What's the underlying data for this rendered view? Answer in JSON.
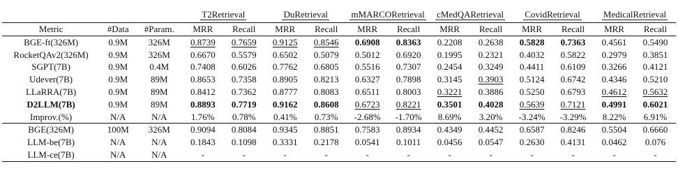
{
  "groups": [
    "T2Retrieval",
    "DuRetrieval",
    "mMARCORetrieval",
    "cMedQARetrieval",
    "CovidRetrieval",
    "MedicalRetrieval"
  ],
  "header": {
    "metric": "Metric",
    "data": "#Data",
    "param": "#Param.",
    "sub": [
      "MRR",
      "Recall",
      "MRR",
      "Recall",
      "MRR",
      "Recall",
      "MRR",
      "Recall",
      "MRR",
      "Recall",
      "MRR",
      "Recall"
    ]
  },
  "rows_main": [
    {
      "name": "BGE-ft(326M)",
      "data": "0.9M",
      "param": "326M",
      "values": [
        "0.8739",
        "0.7659",
        "0.9125",
        "0.8546",
        "0.6908",
        "0.8363",
        "0.2208",
        "0.2638",
        "0.5828",
        "0.7363",
        "0.4561",
        "0.5490"
      ],
      "bold": [
        false,
        false,
        false,
        false,
        true,
        true,
        false,
        false,
        true,
        true,
        false,
        false
      ],
      "underline": [
        true,
        true,
        true,
        true,
        false,
        false,
        false,
        false,
        false,
        false,
        false,
        false
      ]
    },
    {
      "name": "RocketQAv2(326M)",
      "data": "0.9M",
      "param": "326M",
      "values": [
        "0.6670",
        "0.5579",
        "0.6502",
        "0.5079",
        "0.5012",
        "0.6920",
        "0.1995",
        "0.2321",
        "0.4032",
        "0.5822",
        "0.2979",
        "0.3851"
      ],
      "bold": [
        false,
        false,
        false,
        false,
        false,
        false,
        false,
        false,
        false,
        false,
        false,
        false
      ],
      "underline": [
        false,
        false,
        false,
        false,
        false,
        false,
        false,
        false,
        false,
        false,
        false,
        false
      ]
    },
    {
      "name": "SGPT(7B)",
      "data": "0.9M",
      "param": "0.4M",
      "values": [
        "0.7408",
        "0.6026",
        "0.7762",
        "0.6805",
        "0.5516",
        "0.7307",
        "0.2454",
        "0.3249",
        "0.4411",
        "0.6109",
        "0.3266",
        "0.4121"
      ],
      "bold": [
        false,
        false,
        false,
        false,
        false,
        false,
        false,
        false,
        false,
        false,
        false,
        false
      ],
      "underline": [
        false,
        false,
        false,
        false,
        false,
        false,
        false,
        false,
        false,
        false,
        false,
        false
      ]
    },
    {
      "name": "Udever(7B)",
      "data": "0.9M",
      "param": "89M",
      "values": [
        "0.8653",
        "0.7358",
        "0.8905",
        "0.8213",
        "0.6327",
        "0.7898",
        "0.3145",
        "0.3903",
        "0.5124",
        "0.6742",
        "0.4346",
        "0.5210"
      ],
      "bold": [
        false,
        false,
        false,
        false,
        false,
        false,
        false,
        false,
        false,
        false,
        false,
        false
      ],
      "underline": [
        false,
        false,
        false,
        false,
        false,
        false,
        false,
        true,
        false,
        false,
        false,
        false
      ]
    },
    {
      "name": "LLaRRA(7B)",
      "data": "0.9M",
      "param": "89M",
      "values": [
        "0.8412",
        "0.7362",
        "0.8777",
        "0.8083",
        "0.6511",
        "0.8003",
        "0.3221",
        "0.3886",
        "0.5250",
        "0.6793",
        "0.4612",
        "0.5632"
      ],
      "bold": [
        false,
        false,
        false,
        false,
        false,
        false,
        false,
        false,
        false,
        false,
        false,
        false
      ],
      "underline": [
        false,
        false,
        false,
        false,
        false,
        false,
        true,
        false,
        false,
        false,
        true,
        true
      ]
    },
    {
      "name": "D2LLM(7B)",
      "data": "0.9M",
      "param": "89M",
      "name_bold": true,
      "values": [
        "0.8893",
        "0.7719",
        "0.9162",
        "0.8608",
        "0.6723",
        "0.8221",
        "0.3501",
        "0.4028",
        "0.5639",
        "0.7121",
        "0.4991",
        "0.6021"
      ],
      "bold": [
        true,
        true,
        true,
        true,
        false,
        false,
        true,
        true,
        false,
        false,
        true,
        true
      ],
      "underline": [
        false,
        false,
        false,
        false,
        true,
        true,
        false,
        false,
        true,
        true,
        false,
        false
      ]
    },
    {
      "name": "Improv.(%)",
      "data": "N/A",
      "param": "N/A",
      "values": [
        "1.76%",
        "0.78%",
        "0.41%",
        "0.73%",
        "-2.68%",
        "-1.70%",
        "8.69%",
        "3.20%",
        "-3.24%",
        "-3.29%",
        "8.22%",
        "6.91%"
      ],
      "bold": [
        false,
        false,
        false,
        false,
        false,
        false,
        false,
        false,
        false,
        false,
        false,
        false
      ],
      "underline": [
        false,
        false,
        false,
        false,
        false,
        false,
        false,
        false,
        false,
        false,
        false,
        false
      ]
    }
  ],
  "rows_extra": [
    {
      "name": "BGE(326M)",
      "data": "100M",
      "param": "326M",
      "values": [
        "0.9094",
        "0.8084",
        "0.9345",
        "0.8851",
        "0.7583",
        "0.8934",
        "0.4349",
        "0.4452",
        "0.6587",
        "0.8246",
        "0.5504",
        "0.6660"
      ]
    },
    {
      "name": "LLM-be(7B)",
      "data": "N/A",
      "param": "N/A",
      "values": [
        "0.1843",
        "0.1098",
        "0.3331",
        "0.2178",
        "0.0541",
        "0.1011",
        "0.0456",
        "0.0547",
        "0.2630",
        "0.4131",
        "0.0462",
        "0.076"
      ]
    },
    {
      "name": "LLM-ce(7B)",
      "data": "N/A",
      "param": "N/A",
      "values": [
        "-",
        "-",
        "-",
        "-",
        "-",
        "-",
        "-",
        "-",
        "-",
        "-",
        "-",
        "-"
      ]
    }
  ]
}
